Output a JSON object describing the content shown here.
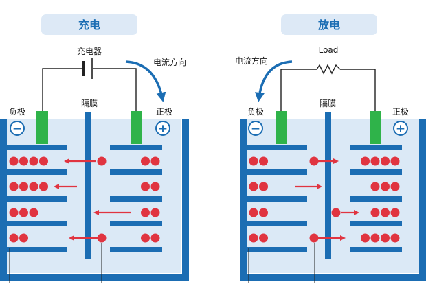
{
  "colors": {
    "blue": "#1b6db3",
    "pill": "#dde9f6",
    "pill_text": "#1b6db3",
    "electrolyte": "#dbe9f6",
    "green": "#2fb34a",
    "red": "#e03440",
    "arrow": "#e03440",
    "wire": "#222222",
    "current_arrow": "#1b6db3",
    "label": "#1a1a1a"
  },
  "charge": {
    "title": "充电",
    "source_label": "充电器",
    "current_label": "电流方向",
    "separator_label": "隔膜",
    "negative_label": "负极",
    "positive_label": "正极",
    "negative_sign": "−",
    "positive_sign": "+",
    "left_counts": [
      4,
      4,
      3,
      2
    ],
    "right_counts": [
      2,
      2,
      2,
      2
    ]
  },
  "discharge": {
    "title": "放电",
    "source_label": "Load",
    "current_label": "电流方向",
    "separator_label": "隔膜",
    "negative_label": "负极",
    "positive_label": "正极",
    "negative_sign": "−",
    "positive_sign": "+",
    "left_counts": [
      2,
      2,
      2,
      2
    ],
    "right_counts": [
      4,
      3,
      3,
      4
    ]
  }
}
